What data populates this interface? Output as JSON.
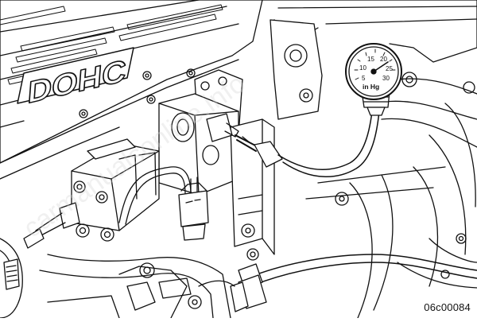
{
  "engine": {
    "cover_lettering": "DOHC"
  },
  "gauge": {
    "dial_labels": [
      "5",
      "10",
      "15",
      "20",
      "25",
      "30"
    ],
    "unit": "in Hg"
  },
  "figure": {
    "id": "06c00084"
  },
  "watermark": {
    "text": "carmanualsonline.info"
  }
}
